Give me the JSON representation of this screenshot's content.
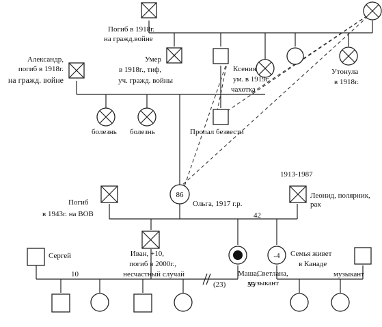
{
  "labels": {
    "grandfather": "Погиб в 1918г.",
    "grandfather2": "на гражд.войне",
    "alex1": "Александр,",
    "alex2": "погиб в 1918г.",
    "alex3": "на гражд. войне",
    "umer1": "Умер",
    "umer2": "в 1918г., тиф,",
    "umer3": "уч. гражд. войны",
    "ksenia1": "Ксения",
    "ksenia2": "ум. в 1919г.",
    "ksenia3": "чахотка",
    "utonula1": "Утонула",
    "utonula2": "в 1918г.",
    "bolezn1": "болезнь",
    "bolezn2": "болезнь",
    "propal": "Пропал безвести",
    "olga_age": "86",
    "olga": "Ольга, 1917 г.р.",
    "husband1": "Погиб",
    "husband2": "в 1943г. на ВОВ",
    "leonid_years": "1913-1987",
    "leonid1": "Леонид, полярник,",
    "leonid2": "рак",
    "marriage_years": "42",
    "sergey": "Сергей",
    "ivan1": "Иван, +10,",
    "ivan2": "погиб в 2000г.,",
    "ivan3": "несчастный случай",
    "ivan_marriage": "10",
    "divorce_years": "(23)",
    "masha1": "Маша,",
    "masha2": "55",
    "svetlana_age": "-4",
    "svetlana1": "Светлана,",
    "svetlana2": "музыкант",
    "canada1": "Семья живет",
    "canada2": "в Канаде",
    "musician": "музыкант"
  }
}
